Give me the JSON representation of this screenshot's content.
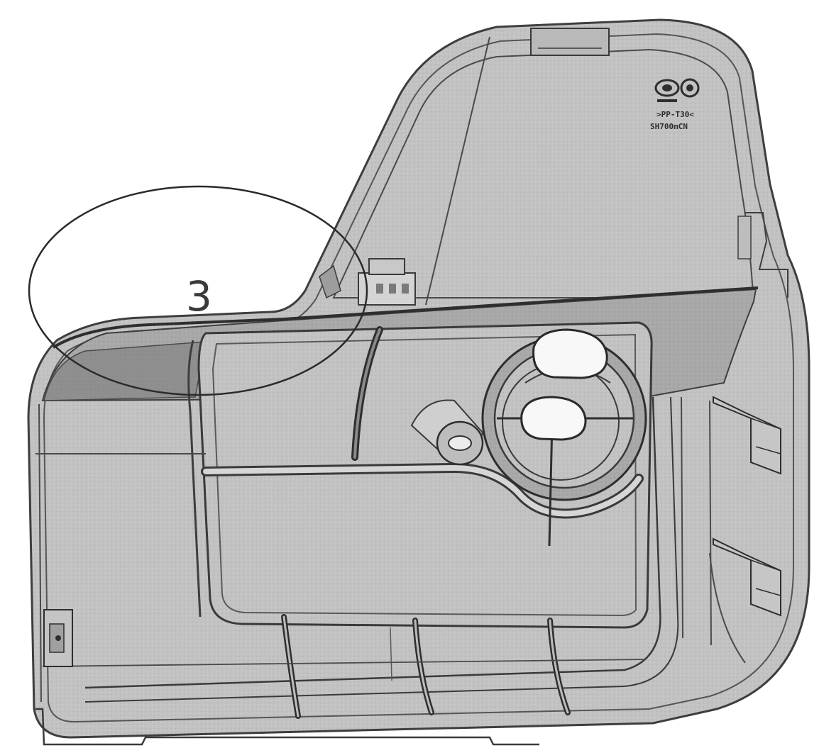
{
  "figure": {
    "callout": {
      "number": "3"
    },
    "part_marking": {
      "line1": ">PP-T30<",
      "line2": "SH700mCN"
    }
  },
  "colors": {
    "background": "#ffffff",
    "panel_light": "#c9c9c9",
    "panel_mid": "#b4b4b4",
    "panel_dark": "#8e8e8e",
    "outline": "#4a4a4a",
    "hole": "#f6f6f6"
  }
}
